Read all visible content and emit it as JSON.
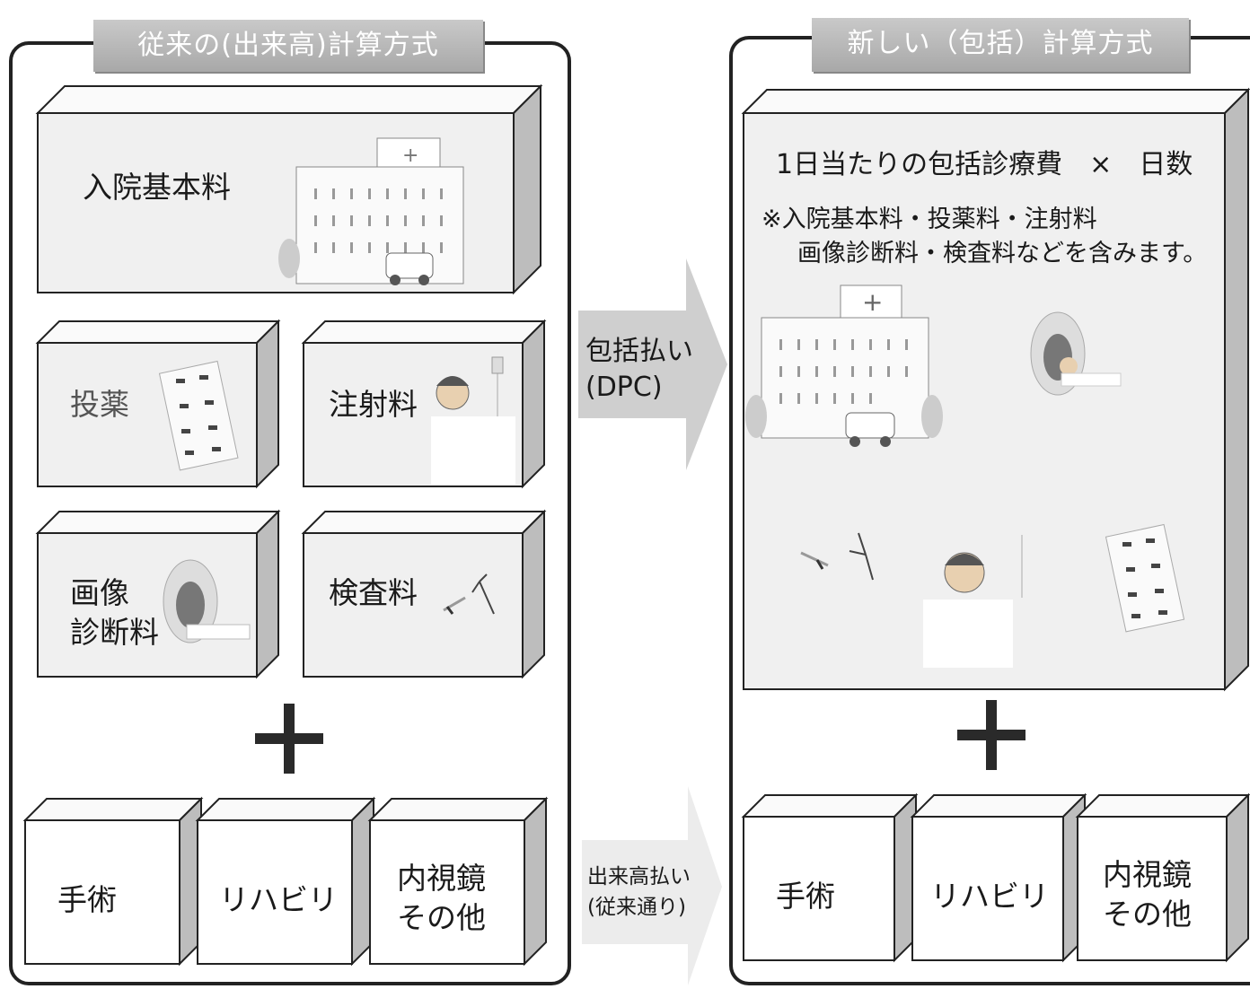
{
  "left_panel": {
    "title": "従来の(出来高)計算方式",
    "items": {
      "basic": "入院基本料",
      "medication": "投薬",
      "injection": "注射料",
      "imaging_1": "画像",
      "imaging_2": "診断料",
      "exam": "検査料"
    },
    "bottom": {
      "surgery": "手術",
      "rehab": "リハビリ",
      "endo_1": "内視鏡",
      "endo_2": "その他"
    }
  },
  "middle": {
    "upper_1": "包括払い",
    "upper_2": "(DPC)",
    "lower_1": "出来高払い",
    "lower_2": "(従来通り)"
  },
  "right_panel": {
    "title": "新しい（包括）計算方式",
    "formula": "1日当たりの包括診療費　×　日数",
    "note_1": "※入院基本料・投薬料・注射料",
    "note_2": "画像診断料・検査料などを含みます。",
    "bottom": {
      "surgery": "手術",
      "rehab": "リハビリ",
      "endo_1": "内視鏡",
      "endo_2": "その他"
    }
  },
  "colors": {
    "banner": "#b5b5b5",
    "box_face_gray": "#f0f0f0",
    "box_side": "#bdbdbd",
    "arrow": "#cfcfcf"
  }
}
